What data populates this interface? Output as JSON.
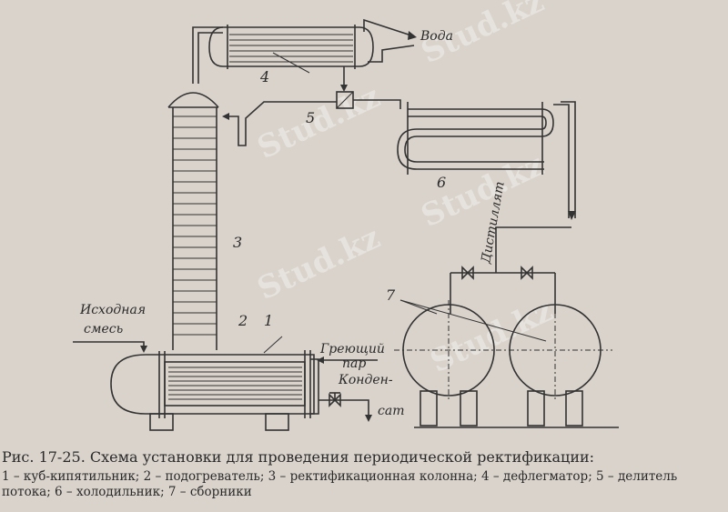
{
  "labels": {
    "water": "Вода",
    "feed_line1": "Исходная",
    "feed_line2": "смесь",
    "heating_line1": "Греющий",
    "heating_line2": "пар",
    "condensate_line1": "Конден-",
    "condensate_line2": "сат",
    "distillate": "Дистиллят",
    "n1": "1",
    "n2": "2",
    "n3": "3",
    "n4": "4",
    "n5": "5",
    "n6": "6",
    "n7": "7"
  },
  "watermark": "Stud.kz",
  "caption": {
    "title": "Рис. 17-25. Схема установки для проведения периодической ректификации:",
    "legend": "1 – куб-кипятильник; 2 – подогреватель; 3 – ректификационная колонна; 4 – дефлегматор; 5 – делитель потока; 6 – холодильник; 7 – сборники"
  }
}
